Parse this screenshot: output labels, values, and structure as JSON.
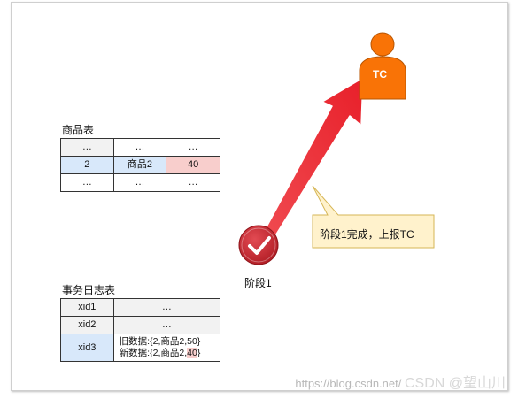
{
  "product_table": {
    "title": "商品表",
    "rows": [
      [
        "…",
        "…",
        "…"
      ],
      [
        "2",
        "商品2",
        "40"
      ],
      [
        "…",
        "…",
        "…"
      ]
    ]
  },
  "log_table": {
    "title": "事务日志表",
    "rows": [
      {
        "id": "xid1",
        "value": "…"
      },
      {
        "id": "xid2",
        "value": "…"
      },
      {
        "id": "xid3",
        "old": "旧数据:{2,商品2,50}",
        "new_prefix": "新数据:{2,商品2,",
        "new_highlight": "40",
        "new_suffix": "}"
      }
    ]
  },
  "stage": {
    "label": "阶段1"
  },
  "tc": {
    "label": "TC"
  },
  "callout": {
    "text": "阶段1完成，上报TC"
  },
  "watermark": {
    "url": "https://blog.csdn.net/",
    "brand": "CSDN @望山川"
  },
  "colors": {
    "tc_orange": "#f97306",
    "stage_red": "#c9252d",
    "arrow_red": "#ee2a33",
    "callout_fill": "#fff2cc",
    "callout_border": "#d6b656",
    "cell_blue": "#d8e8fa",
    "cell_red": "#f8cecc",
    "cell_grey": "#f2f2f2"
  }
}
